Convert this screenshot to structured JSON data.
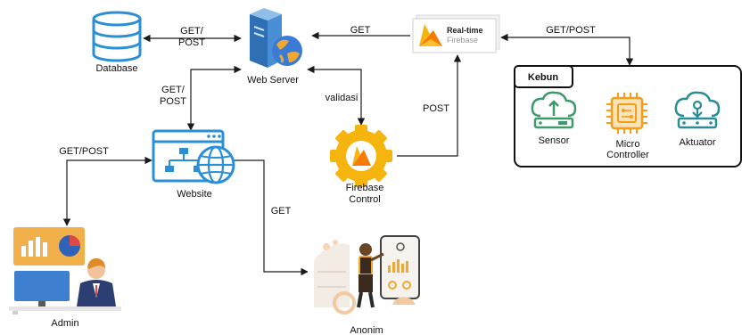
{
  "nodes": {
    "database": "Database",
    "web_server": "Web Server",
    "realtime_title": "Real-time",
    "realtime_sub": "Firebase",
    "website": "Website",
    "firebase_control_1": "Firebase",
    "firebase_control_2": "Control",
    "admin": "Admin",
    "anonim": "Anonim"
  },
  "kebun": {
    "title": "Kebun",
    "sensor": "Sensor",
    "micro_1": "Micro",
    "micro_2": "Controller",
    "aktuator": "Aktuator"
  },
  "edges": {
    "db_server_1": "GET/",
    "db_server_2": "POST",
    "server_realtime": "GET",
    "realtime_kebun": "GET/POST",
    "server_website_1": "GET/",
    "server_website_2": "POST",
    "validasi": "validasi",
    "post": "POST",
    "admin_website": "GET/POST",
    "website_anonim": "GET"
  },
  "colors": {
    "accent_blue": "#2b8fd6",
    "firebase_yellow": "#f6b40e",
    "firebase_orange": "#f57c00",
    "iot_green": "#3c9a6b",
    "iot_orange": "#f59c1a",
    "iot_teal": "#2c8c95"
  }
}
